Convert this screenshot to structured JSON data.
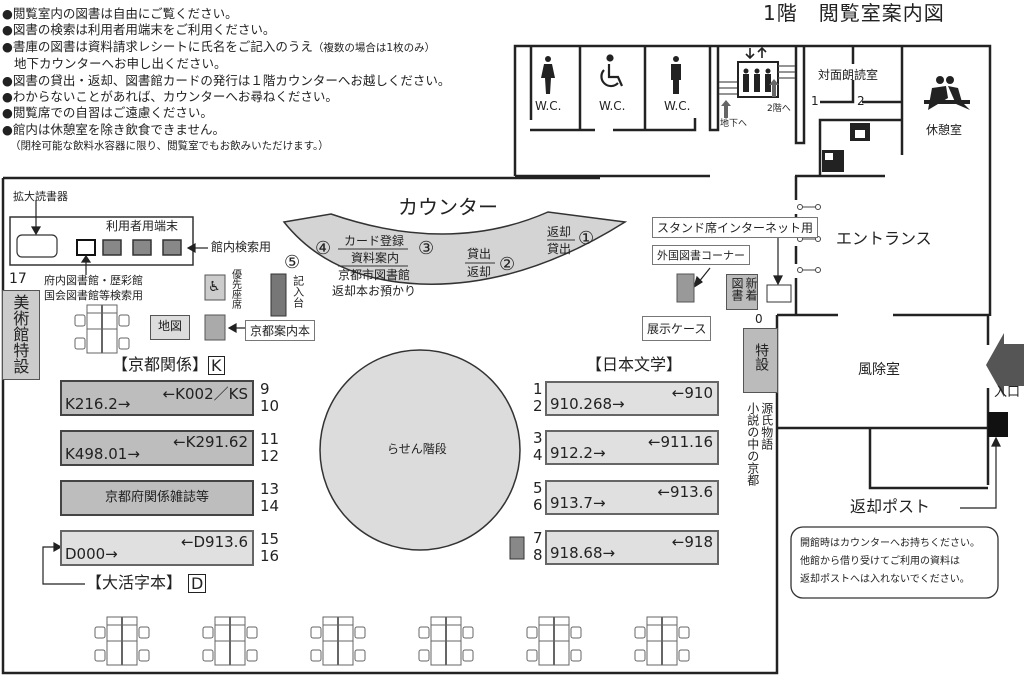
{
  "title": "1階　閲覧室案内図",
  "notes": [
    "●閲覧室内の図書は自由にご覧ください。",
    "●図書の検索は利用者用端末をご利用ください。",
    "●書庫の図書は資料請求レシートに氏名をご記入のうえ",
    "（複数の場合は1枚のみ）",
    "地下カウンターへお申し出ください。",
    "●図書の貸出・返却、図書館カードの発行は１階カウンターへお越しください。",
    "●わからないことがあれば、カウンターへお尋ねください。",
    "●閲覧席での自習はご遠慮ください。",
    "●館内は休憩室を除き飲食できません。",
    "（閉栓可能な飲料水容器に限り、閲覧室でもお飲みいただけます。）"
  ],
  "rooms": {
    "wc": "W.C.",
    "basement": "地下へ",
    "second_floor": "2階へ",
    "reading_room": "対面朗読室",
    "room1": "1",
    "room2": "2",
    "lounge": "休憩室",
    "entrance": "エントランス",
    "windbreak": "風除室",
    "entry": "入口",
    "return_post": "返却ポスト"
  },
  "counter": {
    "title": "カウンター",
    "c1": "①",
    "c1a": "返却",
    "c1b": "貸出",
    "c2": "②",
    "c2a": "貸出",
    "c2b": "返却",
    "c3": "③",
    "c4": "④",
    "c34a": "カード登録",
    "c34b": "資料案内",
    "c4note1": "京都市図書館",
    "c4note2": "返却本お預かり",
    "c5": "⑤",
    "writing_desk": "記入台"
  },
  "left_area": {
    "magnifier": "拡大読書器",
    "terminals": "利用者用端末",
    "search_terminal": "館内検索用",
    "other_search1": "府内図書館・歴彩館",
    "other_search2": "国会図書館等検索用",
    "priority_seat": "優先座席",
    "map": "地図",
    "kyoto_guide": "京都案内本",
    "art_num": "17",
    "art_special": "美術館特設"
  },
  "kyoto": {
    "heading": "【京都関係】",
    "badge": "K",
    "shelves": [
      {
        "top": "←K002／KS",
        "bottom": "K216.2→",
        "n1": "9",
        "n2": "10"
      },
      {
        "top": "←K291.62",
        "bottom": "K498.01→",
        "n1": "11",
        "n2": "12"
      },
      {
        "center": "京都府関係雑誌等",
        "n1": "13",
        "n2": "14"
      },
      {
        "top": "←D913.6",
        "bottom": "D000→",
        "n1": "15",
        "n2": "16"
      }
    ],
    "large_print": "【大活字本】",
    "large_badge": "D"
  },
  "japanese_lit": {
    "heading": "【日本文学】",
    "shelves": [
      {
        "top": "←910",
        "bottom": "910.268→",
        "n1": "1",
        "n2": "2"
      },
      {
        "top": "←911.16",
        "bottom": "912.2→",
        "n1": "3",
        "n2": "4"
      },
      {
        "top": "←913.6",
        "bottom": "913.7→",
        "n1": "5",
        "n2": "6"
      },
      {
        "top": "←918",
        "bottom": "918.68→",
        "n1": "7",
        "n2": "8"
      }
    ]
  },
  "center": {
    "spiral": "らせん階段"
  },
  "right_area": {
    "stand_internet": "スタンド席インターネット用",
    "foreign": "外国図書コーナー",
    "new_books": "新着図書",
    "display": "展示ケース",
    "zero": "0",
    "special": "特設",
    "genji": "源氏物語",
    "genji2": "小説の中の京都"
  },
  "post_notice": [
    "開館時はカウンターへお持ちください。",
    "他館から借り受けてご利用の資料は",
    "返却ポストへは入れないでください。"
  ]
}
